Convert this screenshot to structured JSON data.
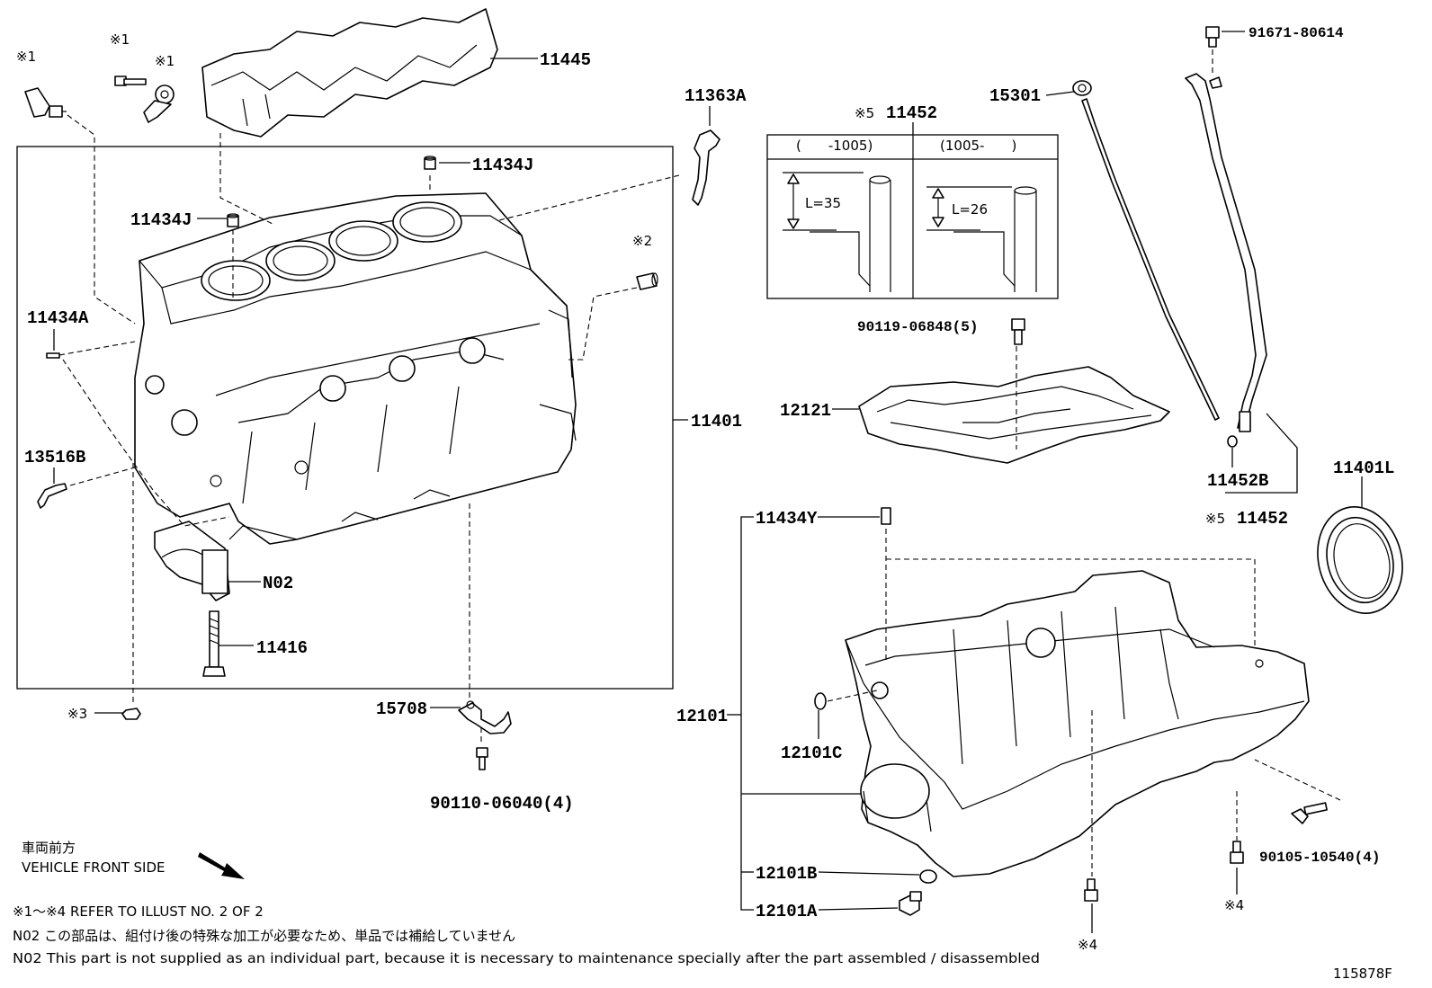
{
  "parts": {
    "p11445": "11445",
    "p11363A": "11363A",
    "p11434J_top": "11434J",
    "p11434J_left": "11434J",
    "p11434A": "11434A",
    "p13516B": "13516B",
    "p11401": "11401",
    "pN02": "N02",
    "p11416": "11416",
    "p15708": "15708",
    "p90110": "90110-06040(4)",
    "p91671": "91671-80614",
    "p15301": "15301",
    "p11452_top": "11452",
    "p90119": "90119-06848(5)",
    "p12121": "12121",
    "p11452B": "11452B",
    "p11452_bottom": "11452",
    "p11401L": "11401L",
    "p11434Y": "11434Y",
    "p12101": "12101",
    "p12101C": "12101C",
    "p12101B": "12101B",
    "p12101A": "12101A",
    "p90105": "90105-10540(4)"
  },
  "marks": {
    "m1a": "※1",
    "m1b": "※1",
    "m1c": "※1",
    "m2": "※2",
    "m3": "※3",
    "m4a": "※4",
    "m4b": "※4",
    "m5a": "※5",
    "m5b": "※5"
  },
  "inset": {
    "left_header": "(　　-1005)",
    "right_header": "(1005-　　)",
    "left_dim": "L=35",
    "right_dim": "L=26"
  },
  "front": {
    "jp": "車両前方",
    "en": "VEHICLE FRONT SIDE"
  },
  "notes": {
    "refer": "※1～※4  REFER TO ILLUST NO. 2 OF 2",
    "n02_jp": "N02  この部品は、組付け後の特殊な加工が必要なため、単品では補給していません",
    "n02_en": "N02  This part is not supplied as an individual part, because it is necessary to maintenance specially after the part assembled / disassembled"
  },
  "illustration_id": "115878F"
}
